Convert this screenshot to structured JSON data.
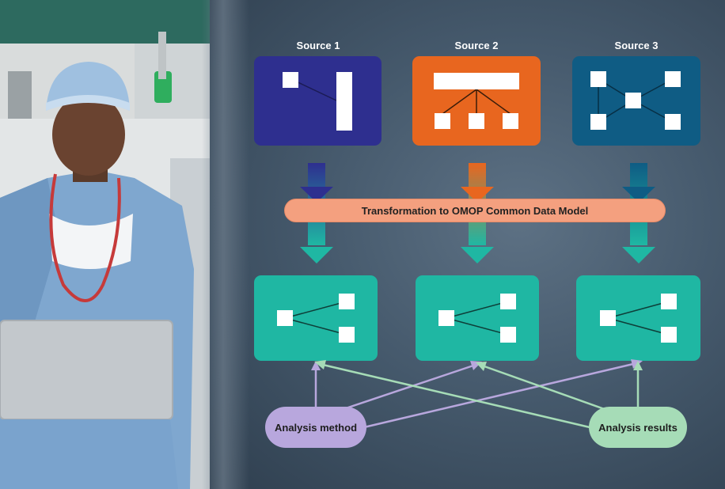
{
  "sources": [
    {
      "label": "Source 1",
      "color": "#2e2f8f"
    },
    {
      "label": "Source 2",
      "color": "#e8661f"
    },
    {
      "label": "Source 3",
      "color": "#0f5c84"
    }
  ],
  "transformation_label": "Transformation to OMOP Common Data Model",
  "target_color": "#1fb7a3",
  "analysis_method": {
    "label": "Analysis method",
    "color": "#b8a7dd"
  },
  "analysis_results": {
    "label": "Analysis results",
    "color": "#a6dcb7"
  },
  "banner_color": "#f4a07f"
}
